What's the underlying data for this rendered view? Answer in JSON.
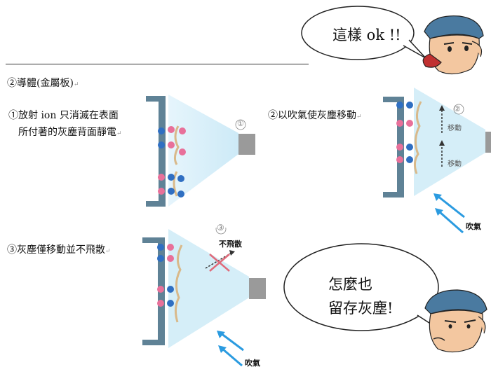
{
  "bubble_top": {
    "text": "這樣 ok !!"
  },
  "section_title": "②導體(金屬板)",
  "paragraph_mark": "↵",
  "panel1": {
    "caption_line1": "①放射 ion 只消滅在表面",
    "caption_line2": "所付著的灰塵背面靜電",
    "step_number": "①"
  },
  "panel2": {
    "caption": "②以吹氣使灰塵移動",
    "step_number": "②",
    "move_label_1": "移動",
    "move_label_2": "移動",
    "air_label": "吹氣"
  },
  "panel3": {
    "caption": "③灰塵僅移動並不飛散",
    "step_number": "③",
    "no_scatter_label": "不飛散",
    "air_label": "吹氣"
  },
  "bubble_bottom": {
    "line1": "怎麼也",
    "line2": "留存灰塵!"
  },
  "colors": {
    "plate": "#5f8296",
    "beam": "#bfe3f2",
    "neg_ion": "#2f6fc2",
    "pos_ion": "#e8709a",
    "dust": "#d9b98a",
    "emitter": "#9a9a9a",
    "air_arrow": "#2b9be0",
    "cross": "#e06a7a"
  }
}
